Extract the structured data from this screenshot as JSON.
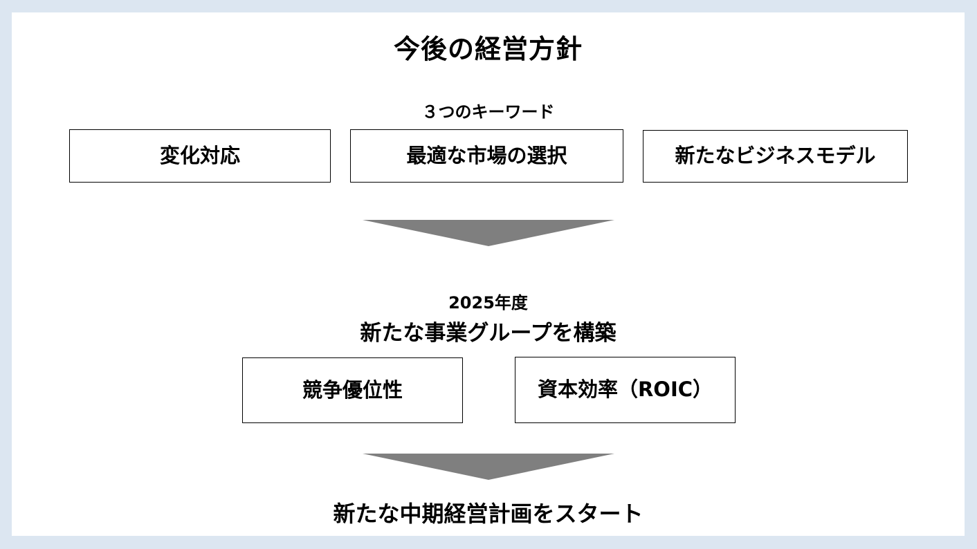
{
  "slide": {
    "title": "今後の経営方針",
    "keywords_heading": "３つのキーワード",
    "keywords": [
      "変化対応",
      "最適な市場の選択",
      "新たなビジネスモデル"
    ],
    "year_label": "2025年度",
    "group_heading": "新たな事業グループを構築",
    "pillars": [
      "競争優位性",
      "資本効率（ROIC）"
    ],
    "conclusion": "新たな中期経営計画をスタート"
  },
  "colors": {
    "background": "#dce6f1",
    "panel": "#ffffff",
    "arrow": "#7f7f7f",
    "border": "#000000"
  },
  "icons": [
    "down-arrow-icon",
    "down-arrow-icon"
  ]
}
